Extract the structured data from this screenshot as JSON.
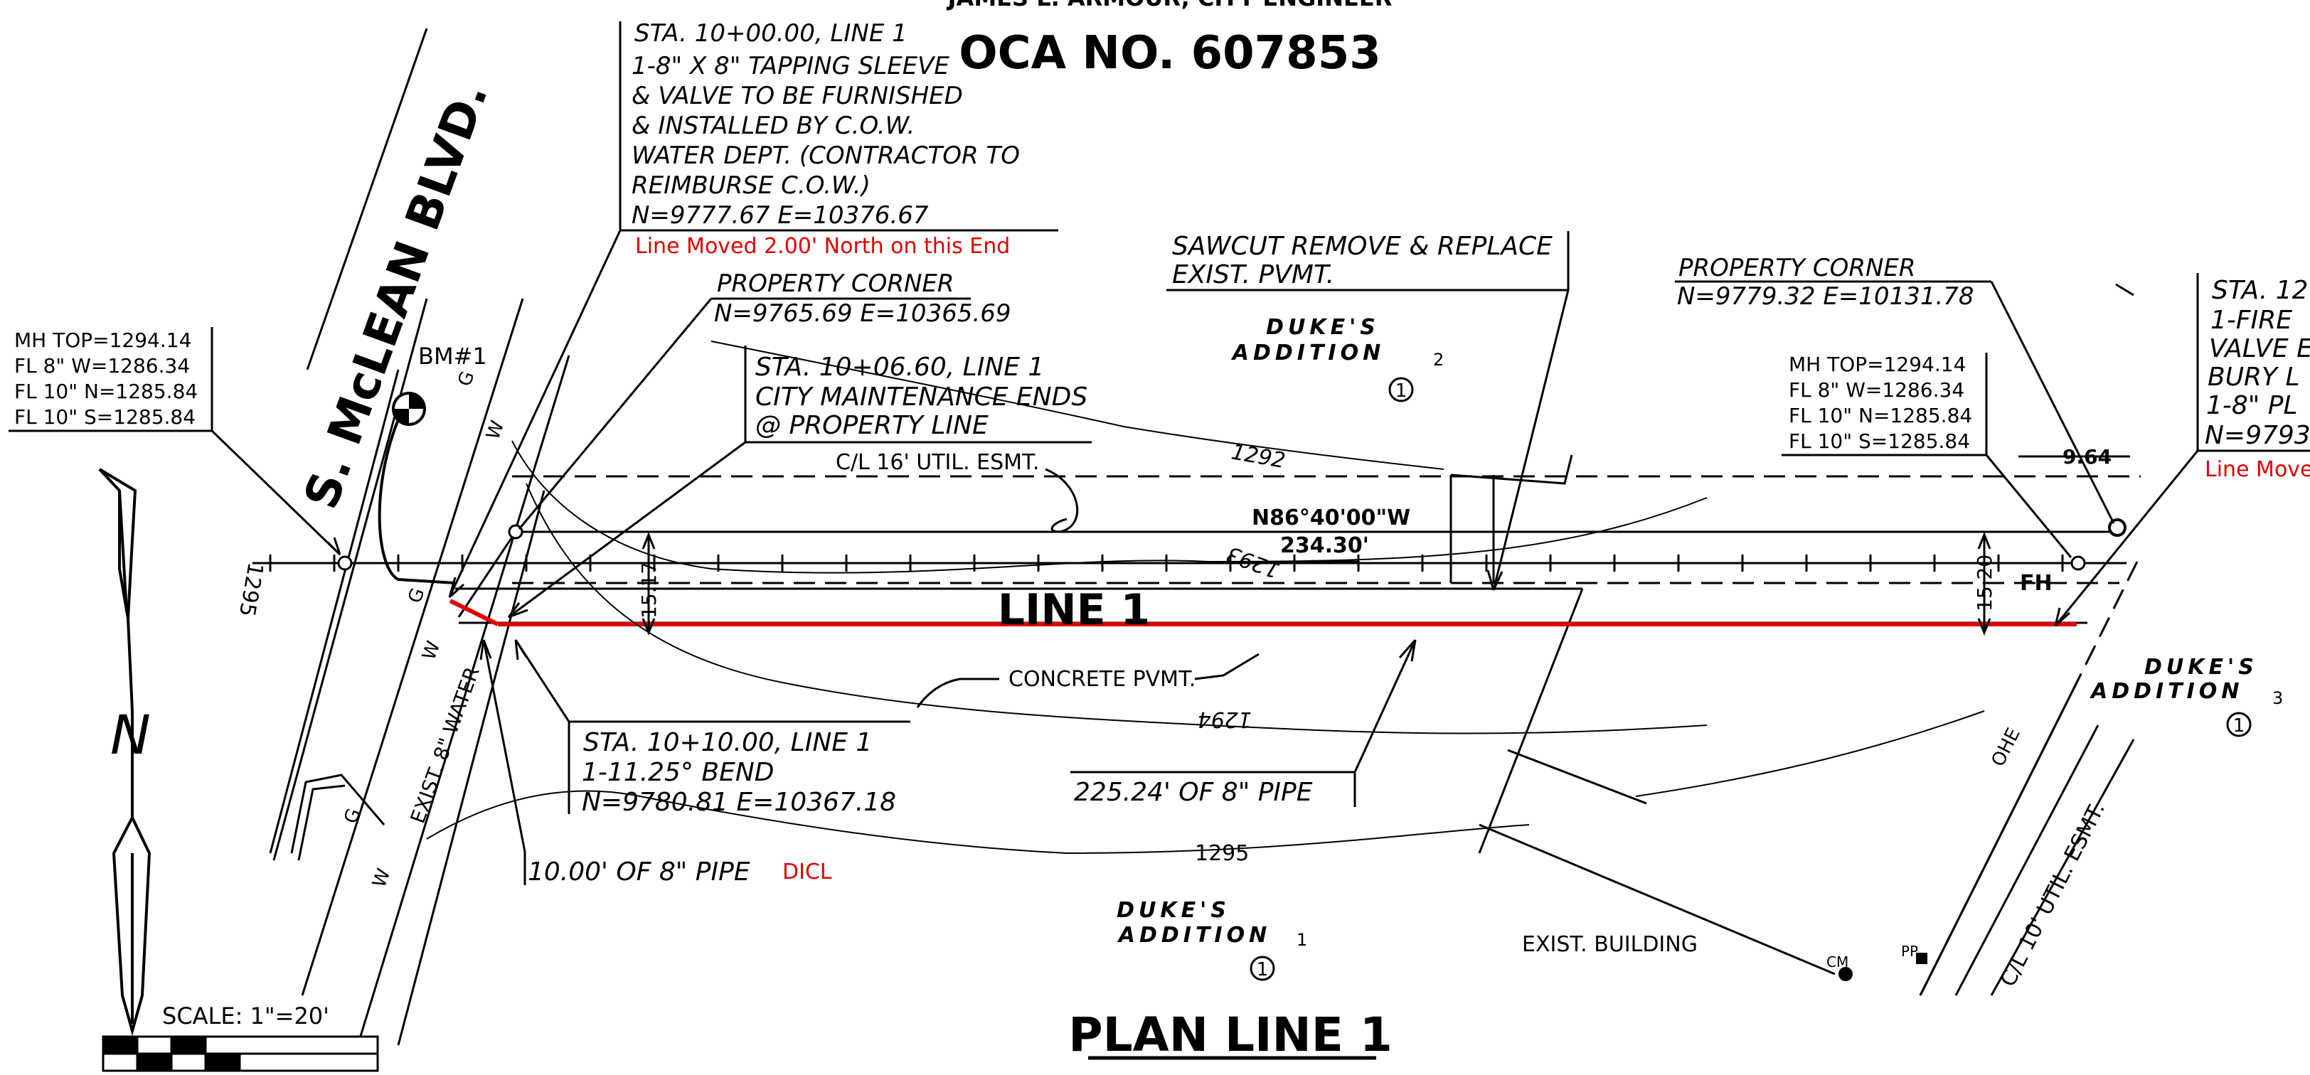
{
  "header": {
    "engineer_line": "JAMES L. ARMOUR, CITY ENGINEER",
    "oca": "OCA NO. 607853"
  },
  "title": "PLAN LINE 1",
  "line_label": "LINE 1",
  "street": "S. McLEAN BLVD.",
  "benchmark": "BM#1",
  "north_arrow": "N",
  "scale": "SCALE:  1\"=20'",
  "notes": {
    "sta_1000": [
      "STA. 10+00.00, LINE 1",
      "1-8\" X 8\" TAPPING SLEEVE",
      "& VALVE TO BE FURNISHED",
      "& INSTALLED BY C.O.W.",
      "WATER DEPT. (CONTRACTOR TO",
      "REIMBURSE C.O.W.)",
      "N=9777.67  E=10376.67"
    ],
    "sta_1000_red": "Line Moved 2.00' North on this End",
    "prop_corner_left": [
      "PROPERTY CORNER",
      "N=9765.69  E=10365.69"
    ],
    "sta_1006": [
      "STA. 10+06.60, LINE 1",
      "CITY MAINTENANCE ENDS",
      "@ PROPERTY LINE"
    ],
    "sawcut": [
      "SAWCUT REMOVE & REPLACE",
      "EXIST. PVMT."
    ],
    "prop_corner_right": [
      "PROPERTY CORNER",
      "N=9779.32  E=10131.78"
    ],
    "sta_12_partial": [
      "STA. 12",
      "1-FIRE",
      "VALVE E",
      "BURY L",
      "1-8\" PL",
      "N=9793"
    ],
    "sta_12_red": "Line Moved",
    "sta_1010": [
      "STA. 10+10.00, LINE 1",
      "1-11.25° BEND",
      "N=9780.81  E=10367.18"
    ],
    "pipe_225": "225.24' OF 8\" PIPE",
    "pipe_10": "10.00' OF 8\" PIPE",
    "dicl": "DICL"
  },
  "manholes": {
    "left": [
      "MH TOP=1294.14",
      "FL  8\"  W=1286.34",
      "FL 10\"  N=1285.84",
      "FL 10\"  S=1285.84"
    ],
    "right": [
      "MH TOP=1294.14",
      "FL  8\"  W=1286.34",
      "FL 10\"  N=1285.84",
      "FL 10\"  S=1285.84"
    ]
  },
  "subdivisions": {
    "dukes_top": [
      "DUKE'S",
      "ADDITION",
      "2",
      "1"
    ],
    "dukes_right": [
      "DUKE'S",
      "ADDITION",
      "3",
      "1"
    ],
    "dukes_bottom": [
      "DUKE'S",
      "ADDITION",
      "1",
      "1"
    ]
  },
  "callouts": {
    "easement_top": "C/L 16' UTIL. ESMT.",
    "bearing": "N86°40'00\"W",
    "distance": "234.30'",
    "concrete": "CONCRETE PVMT.",
    "existing_building": "EXIST. BUILDING",
    "fire_hydrant": "FH",
    "dim_left": "15.17",
    "dim_right": "15.20",
    "dim_964": "9.64",
    "easement_right": "C/L 10' UTIL. ESMT.",
    "exist_water": "EXIST. 8\" WATER",
    "ohe": "OHE",
    "pp": "PP",
    "cm": "CM"
  },
  "contours": {
    "c1292": "1292",
    "c1293": "1293",
    "c1294": "1294",
    "c1295": "1295",
    "c1295_left": "1295"
  },
  "utility_letters": {
    "g": "G",
    "w": "W"
  },
  "colors": {
    "proposed_line": "#e00000",
    "ink": "#000000"
  }
}
